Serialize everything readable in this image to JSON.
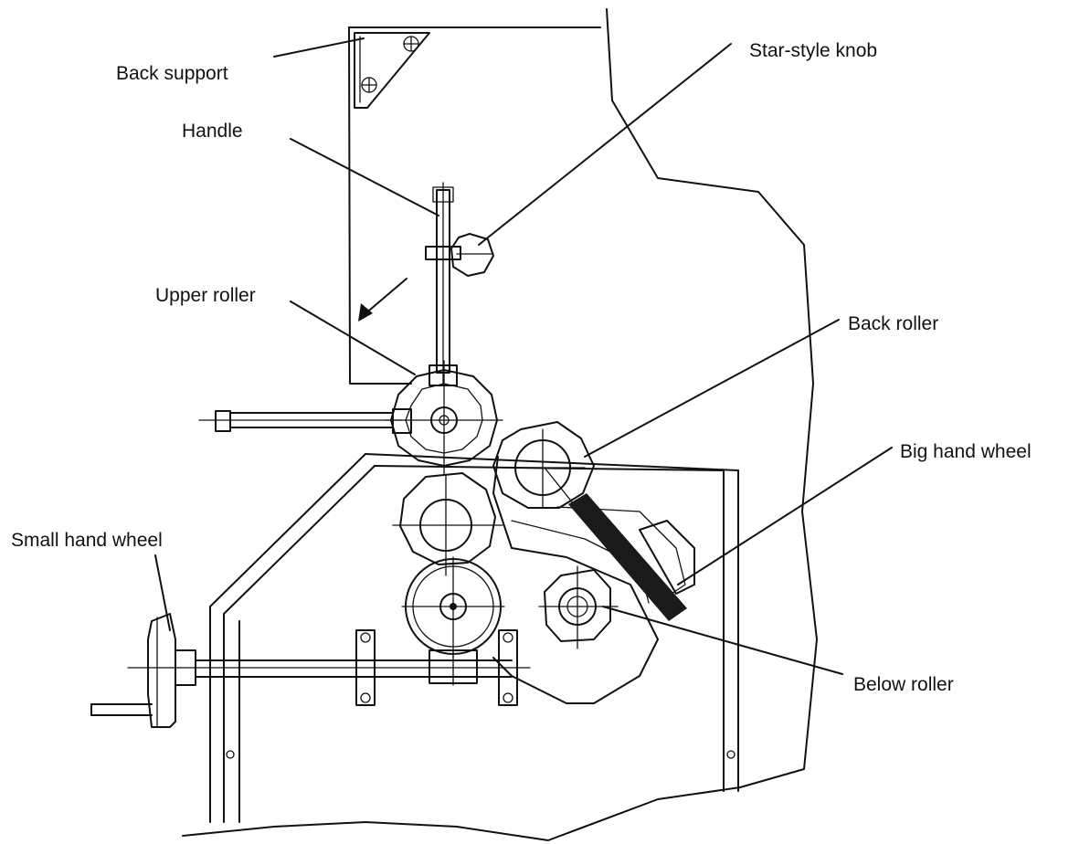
{
  "labels": {
    "back_support": "Back support",
    "star_style_knob": "Star-style knob",
    "handle": "Handle",
    "upper_roller": "Upper roller",
    "back_roller": "Back roller",
    "big_hand_wheel": "Big hand wheel",
    "small_hand_wheel": "Small hand wheel",
    "below_roller": "Below roller"
  },
  "colors": {
    "line": "#111111",
    "background": "#ffffff"
  }
}
